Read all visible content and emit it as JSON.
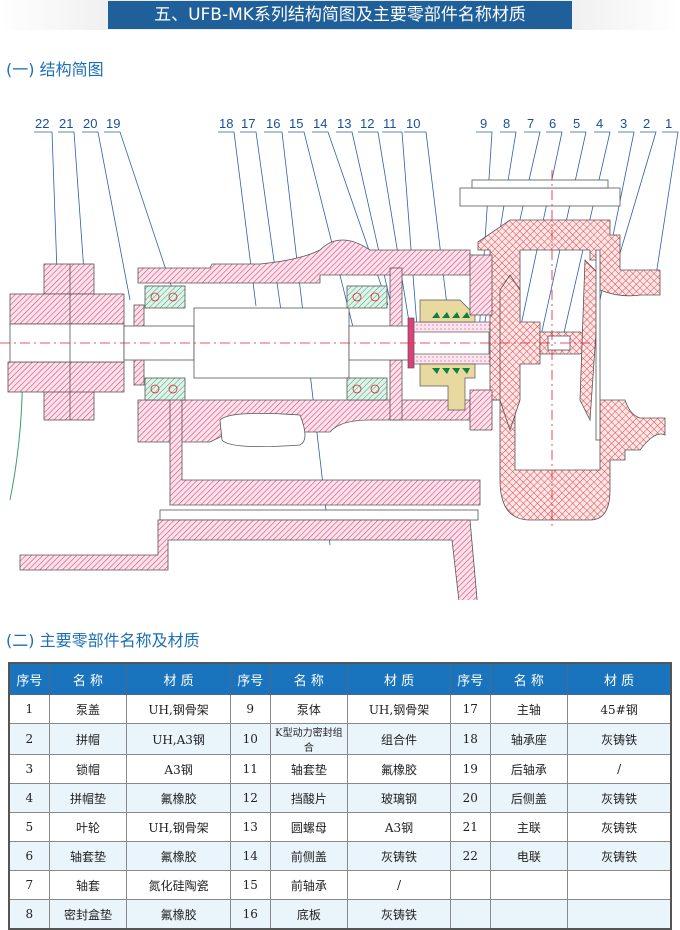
{
  "banner": {
    "title": "五、UFB-MK系列结构简图及主要零部件名称材质"
  },
  "section1": {
    "title": "(一) 结构简图"
  },
  "section2": {
    "title": "(二) 主要零部件名称及材质"
  },
  "diagram": {
    "callouts": [
      "22",
      "21",
      "20",
      "19",
      "18",
      "17",
      "16",
      "15",
      "14",
      "13",
      "12",
      "11",
      "10",
      "9",
      "8",
      "7",
      "6",
      "5",
      "4",
      "3",
      "2",
      "1"
    ],
    "colors": {
      "hatch": "#e0407a",
      "crosshatch": "#e8303a",
      "bearing": "#3aa070",
      "seal": "#d8c070",
      "spring": "#108040",
      "leader": "#2a60b0",
      "centerline": "#e02030"
    }
  },
  "table": {
    "headers": {
      "no": "序号",
      "name": "名 称",
      "material": "材  质"
    },
    "rows": [
      [
        {
          "no": "1",
          "name": "泵盖",
          "material": "UH,钢骨架"
        },
        {
          "no": "9",
          "name": "泵体",
          "material": "UH,钢骨架"
        },
        {
          "no": "17",
          "name": "主轴",
          "material": "45#钢"
        }
      ],
      [
        {
          "no": "2",
          "name": "拼帽",
          "material": "UH,A3钢"
        },
        {
          "no": "10",
          "name": "K型动力密封组合",
          "material": "组合件"
        },
        {
          "no": "18",
          "name": "轴承座",
          "material": "灰铸铁"
        }
      ],
      [
        {
          "no": "3",
          "name": "锁帽",
          "material": "A3钢"
        },
        {
          "no": "11",
          "name": "轴套垫",
          "material": "氟橡胶"
        },
        {
          "no": "19",
          "name": "后轴承",
          "material": "/"
        }
      ],
      [
        {
          "no": "4",
          "name": "拼帽垫",
          "material": "氟橡胶"
        },
        {
          "no": "12",
          "name": "挡酸片",
          "material": "玻璃钢"
        },
        {
          "no": "20",
          "name": "后侧盖",
          "material": "灰铸铁"
        }
      ],
      [
        {
          "no": "5",
          "name": "叶轮",
          "material": "UH,钢骨架"
        },
        {
          "no": "13",
          "name": "圆螺母",
          "material": "A3钢"
        },
        {
          "no": "21",
          "name": "主联",
          "material": "灰铸铁"
        }
      ],
      [
        {
          "no": "6",
          "name": "轴套垫",
          "material": "氟橡胶"
        },
        {
          "no": "14",
          "name": "前侧盖",
          "material": "灰铸铁"
        },
        {
          "no": "22",
          "name": "电联",
          "material": "灰铸铁"
        }
      ],
      [
        {
          "no": "7",
          "name": "轴套",
          "material": "氮化硅陶瓷"
        },
        {
          "no": "15",
          "name": "前轴承",
          "material": "/"
        },
        {
          "no": "",
          "name": "",
          "material": ""
        }
      ],
      [
        {
          "no": "8",
          "name": "密封盒垫",
          "material": "氟橡胶"
        },
        {
          "no": "16",
          "name": "底板",
          "material": "灰铸铁"
        },
        {
          "no": "",
          "name": "",
          "material": ""
        }
      ]
    ]
  }
}
